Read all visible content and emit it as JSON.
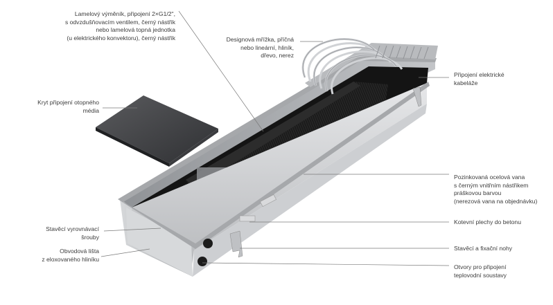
{
  "labels": {
    "heat_exchanger": [
      "Lamelový výměník, připojení 2×G1/2\",",
      "s odvzdušňovacím ventilem, černý nástřik",
      "nebo lamelová topná jednotka",
      "(u elektrického konvektoru), černý nástřik"
    ],
    "grille": [
      "Designová mřížka, příčná",
      "nebo lineární, hliník,",
      "dřevo, nerez"
    ],
    "cover": [
      "Kryt připojení otopného",
      "média"
    ],
    "electrical": [
      "Připojení elektrické",
      "kabeláže"
    ],
    "tray": [
      "Pozinkovaná ocelová vana",
      "s černým vnitřním nástřikem",
      "práškovou barvou",
      "(nerezová vana na objednávku)"
    ],
    "anchor": [
      "Kotevní plechy do betonu"
    ],
    "screws": [
      "Stavěcí vyrovnávací",
      "šrouby"
    ],
    "feet": [
      "Stavěcí a fixační nohy"
    ],
    "frame": [
      "Obvodová lišta",
      "z eloxovaného hliníku"
    ],
    "openings": [
      "Otvory pro připojení",
      "teplovodní soustavy"
    ]
  },
  "colors": {
    "line": "#7a7a7a",
    "text": "#3c3c3c",
    "steel": "#c9cbce",
    "interior": "#161616",
    "frame": "#b3b5b8"
  }
}
